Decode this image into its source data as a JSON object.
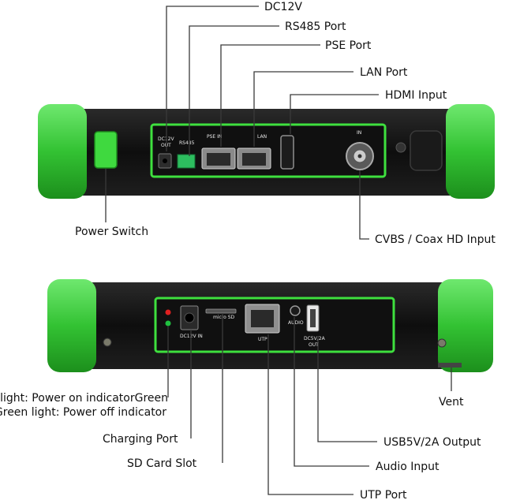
{
  "callouts": {
    "dc12v": "DC12V",
    "rs485_port": "RS485 Port",
    "pse_port": "PSE Port",
    "lan_port": "LAN Port",
    "hdmi_input": "HDMI Input",
    "power_switch": "Power Switch",
    "cvbs_input": "CVBS / Coax HD Input",
    "red_light": "Red light: Power on indicatorGreen",
    "green_light": "Green light: Power off indicator",
    "vent": "Vent",
    "charging_port": "Charging Port",
    "usb_output": "USB5V/2A Output",
    "sd_card_slot": "SD Card Slot",
    "audio_input": "Audio Input",
    "utp_port": "UTP Port"
  },
  "device_labels": {
    "dc12v_out_1": "DC12V",
    "dc12v_out_2": "OUT",
    "rs485": "RS485",
    "pse_in": "PSE IN",
    "lan": "LAN",
    "in": "IN",
    "micro_sd": "micro SD",
    "dc12v_in": "DC12V IN",
    "utp": "UTP",
    "audio": "AUDIO",
    "dc5v_1": "DC5V/2A",
    "dc5v_2": "OUT"
  },
  "colors": {
    "bumper_green": "#3cc83c",
    "panel_outline": "#3ee03e",
    "body": "#141414",
    "leader_line": "#3a3a3a"
  }
}
